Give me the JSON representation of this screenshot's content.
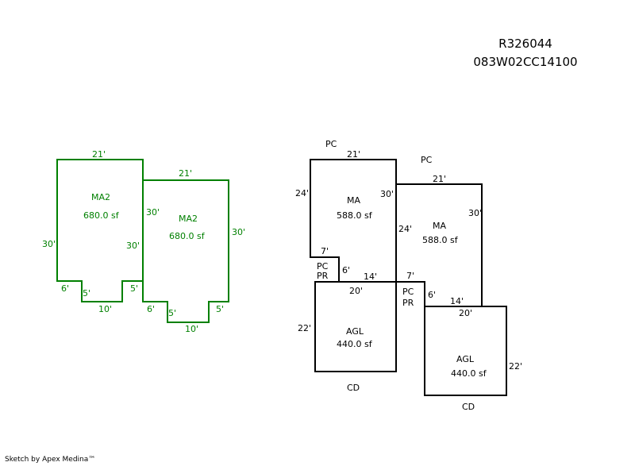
{
  "header": {
    "account": "R326044",
    "parcel": "083W02CC14100"
  },
  "left_sketch": {
    "color": "#008000",
    "areas": [
      {
        "code": "MA2",
        "area": "680.0 sf",
        "dims": {
          "top": "21'",
          "left": "30'",
          "right": "30'",
          "bl": "6'",
          "bstep1": "5'",
          "bottom": "10'",
          "bstep2": "5'"
        }
      },
      {
        "code": "MA2",
        "area": "680.0 sf",
        "dims": {
          "top": "21'",
          "left": "30'",
          "right": "30'",
          "bl": "6'",
          "bstep1": "5'",
          "bottom": "10'",
          "bstep2": "5'"
        }
      }
    ]
  },
  "right_sketch": {
    "color": "#000000",
    "areas": [
      {
        "code": "MA",
        "area": "588.0 sf",
        "label_above": "PC",
        "dims": {
          "top": "21'",
          "left": "24'",
          "right": "30'",
          "notch_top": "7'",
          "notch_side": "6'",
          "bottom": "14'"
        }
      },
      {
        "code": "MA",
        "area": "588.0 sf",
        "label_above": "PC",
        "dims": {
          "top": "21'",
          "left": "24'",
          "right": "30'",
          "notch_top": "7'",
          "notch_side": "6'",
          "bottom": "14'"
        }
      },
      {
        "code": "AGL",
        "area": "440.0 sf",
        "label_below": "CD",
        "dims": {
          "top": "20'",
          "side": "22'"
        }
      },
      {
        "code": "AGL",
        "area": "440.0 sf",
        "label_below": "CD",
        "dims": {
          "top": "20'",
          "side": "22'"
        }
      }
    ],
    "porch_labels": [
      {
        "line1": "PC",
        "line2": "PR"
      },
      {
        "line1": "PC",
        "line2": "PR"
      }
    ]
  },
  "footer": "Sketch by Apex Medina™"
}
